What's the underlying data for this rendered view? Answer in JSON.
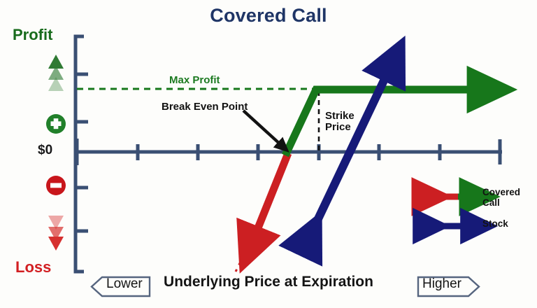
{
  "title": "Covered Call",
  "axes": {
    "y_top_label": "Profit",
    "y_bottom_label": "Loss",
    "y_zero_label": "$0",
    "x_title": "Underlying Price at Expiration",
    "x_low_label": "Lower",
    "x_high_label": "Higher"
  },
  "annotations": {
    "max_profit": "Max Profit",
    "break_even": "Break Even Point",
    "strike_price": "Strike\nPrice"
  },
  "legend": {
    "items": [
      {
        "label": "Covered\nCall",
        "marker": "double-arrow-red-green"
      },
      {
        "label": "Stock",
        "marker": "double-arrow-navy"
      }
    ]
  },
  "colors": {
    "title": "#1f3566",
    "axis": "#3a4f73",
    "profit_green": "#17771b",
    "loss_red": "#cc1f22",
    "stock_navy": "#161a78",
    "annotation_black": "#121212",
    "background": "#fdfdfb"
  },
  "chart_data": {
    "type": "line",
    "title": "Covered Call",
    "xlabel": "Underlying Price at Expiration",
    "ylabel": "Profit / Loss",
    "grid": false,
    "legend_position": "right",
    "xlim": [
      0,
      10
    ],
    "ylim": [
      -4.6,
      4.6
    ],
    "x_ticks": [
      0,
      1,
      2,
      3,
      4,
      5,
      6,
      7
    ],
    "y_reference_lines": [
      {
        "name": "zero",
        "value": 0,
        "style": "solid",
        "color": "#3a4f73"
      },
      {
        "name": "Max Profit",
        "value": 1.55,
        "style": "dashed",
        "color": "#17771b"
      }
    ],
    "x_reference_lines": [
      {
        "name": "Strike Price",
        "value": 4.0,
        "style": "dashed",
        "color": "#111111"
      }
    ],
    "markers": [
      {
        "name": "Break Even Point",
        "x": 3.5,
        "y": 0
      }
    ],
    "series": [
      {
        "name": "Covered Call",
        "type": "piecewise-line",
        "segments": [
          {
            "color": "#cc1f22",
            "points": [
              [
                2.8,
                -2.3
              ],
              [
                3.5,
                0.0
              ]
            ],
            "dashed_extension": [
              [
                2.8,
                -2.3
              ],
              [
                2.6,
                -2.9
              ]
            ],
            "arrow_end": "start"
          },
          {
            "color": "#17771b",
            "points": [
              [
                3.5,
                0.0
              ],
              [
                4.0,
                1.55
              ]
            ]
          },
          {
            "color": "#17771b",
            "points": [
              [
                4.0,
                1.55
              ],
              [
                7.0,
                1.55
              ]
            ],
            "arrow_end": "end"
          }
        ]
      },
      {
        "name": "Stock",
        "type": "line",
        "color": "#161a78",
        "points": [
          [
            3.8,
            -2.3
          ],
          [
            5.3,
            2.4
          ]
        ],
        "arrow_end": "both"
      }
    ]
  }
}
